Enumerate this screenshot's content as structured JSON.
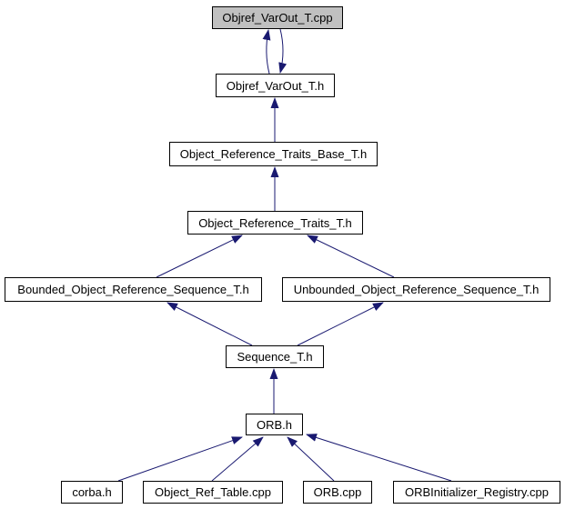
{
  "diagram": {
    "kind": "include-dependency-graph",
    "background_color": "#ffffff",
    "edge_color": "#191970",
    "node_border_color": "#000000",
    "node_fill_color": "#ffffff",
    "highlighted_node_fill_color": "#c0c0c0"
  },
  "nodes": [
    {
      "id": "objref-varout-t-cpp",
      "label": "Objref_VarOut_T.cpp",
      "highlighted": true
    },
    {
      "id": "objref-varout-t-h",
      "label": "Objref_VarOut_T.h",
      "highlighted": false
    },
    {
      "id": "object-reference-traits-base-t-h",
      "label": "Object_Reference_Traits_Base_T.h",
      "highlighted": false
    },
    {
      "id": "object-reference-traits-t-h",
      "label": "Object_Reference_Traits_T.h",
      "highlighted": false
    },
    {
      "id": "bounded-object-reference-sequence-t-h",
      "label": "Bounded_Object_Reference_Sequence_T.h",
      "highlighted": false
    },
    {
      "id": "unbounded-object-reference-sequence-t-h",
      "label": "Unbounded_Object_Reference_Sequence_T.h",
      "highlighted": false
    },
    {
      "id": "sequence-t-h",
      "label": "Sequence_T.h",
      "highlighted": false
    },
    {
      "id": "orb-h",
      "label": "ORB.h",
      "highlighted": false
    },
    {
      "id": "corba-h",
      "label": "corba.h",
      "highlighted": false
    },
    {
      "id": "object-ref-table-cpp",
      "label": "Object_Ref_Table.cpp",
      "highlighted": false
    },
    {
      "id": "orb-cpp",
      "label": "ORB.cpp",
      "highlighted": false
    },
    {
      "id": "orbinitializer-registry-cpp",
      "label": "ORBInitializer_Registry.cpp",
      "highlighted": false
    }
  ],
  "edges": [
    {
      "from": "objref-varout-t-h",
      "to": "objref-varout-t-cpp"
    },
    {
      "from": "objref-varout-t-cpp",
      "to": "objref-varout-t-h"
    },
    {
      "from": "object-reference-traits-base-t-h",
      "to": "objref-varout-t-h"
    },
    {
      "from": "object-reference-traits-t-h",
      "to": "object-reference-traits-base-t-h"
    },
    {
      "from": "bounded-object-reference-sequence-t-h",
      "to": "object-reference-traits-t-h"
    },
    {
      "from": "unbounded-object-reference-sequence-t-h",
      "to": "object-reference-traits-t-h"
    },
    {
      "from": "sequence-t-h",
      "to": "bounded-object-reference-sequence-t-h"
    },
    {
      "from": "sequence-t-h",
      "to": "unbounded-object-reference-sequence-t-h"
    },
    {
      "from": "orb-h",
      "to": "sequence-t-h"
    },
    {
      "from": "corba-h",
      "to": "orb-h"
    },
    {
      "from": "object-ref-table-cpp",
      "to": "orb-h"
    },
    {
      "from": "orb-cpp",
      "to": "orb-h"
    },
    {
      "from": "orbinitializer-registry-cpp",
      "to": "orb-h"
    }
  ]
}
